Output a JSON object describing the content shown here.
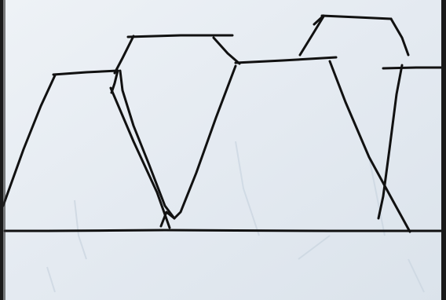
{
  "image": {
    "kind": "hand-drawn ink sketch on paper",
    "paper_color": "#e6ecf2",
    "paper_shadow_color": "#d4dde6",
    "ink_color": "#111111",
    "border_color": "#1a1a1a"
  },
  "sketch": {
    "shapes": [
      {
        "name": "left-trapezoid"
      },
      {
        "name": "middle-tall-shape"
      },
      {
        "name": "center-v-shape"
      },
      {
        "name": "right-trapezoid"
      },
      {
        "name": "far-right-partial-shape"
      }
    ],
    "has_ground_line": true
  }
}
